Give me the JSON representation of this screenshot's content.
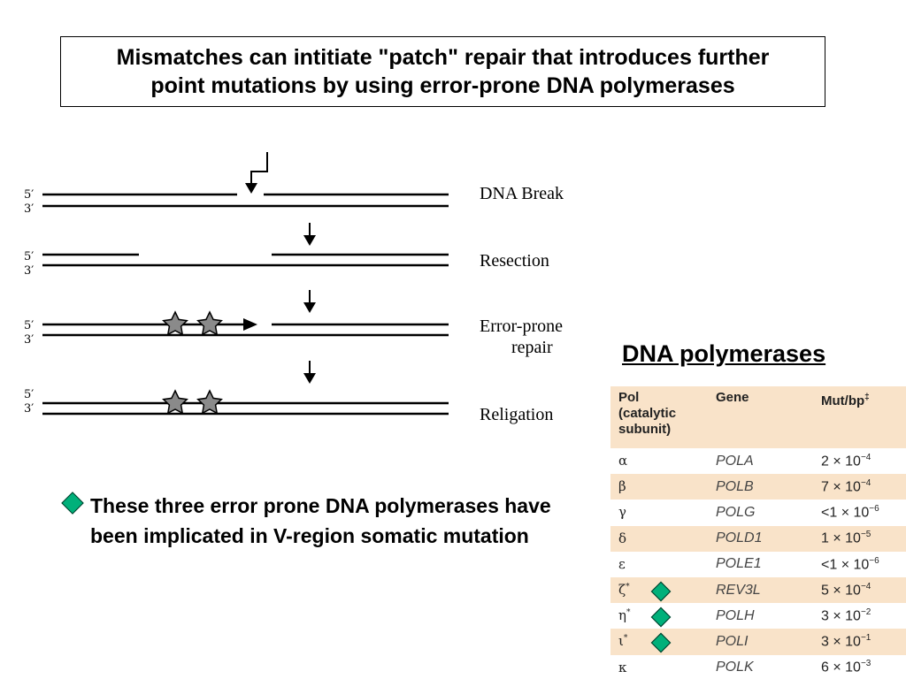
{
  "title": {
    "line1": "Mismatches can intitiate \"patch\" repair that introduces further",
    "line2": "point mutations by using error-prone DNA polymerases"
  },
  "diagram": {
    "strand_labels": {
      "top": "5′",
      "bottom": "3′"
    },
    "steps": [
      {
        "label": "DNA Break"
      },
      {
        "label": "Resection"
      },
      {
        "label_line1": "Error-prone",
        "label_line2": "repair"
      },
      {
        "label": "Religation"
      }
    ],
    "colors": {
      "strand": "#000000",
      "star_fill": "#8a8a8a",
      "star_stroke": "#000000"
    }
  },
  "bullet": {
    "text": "These three error prone DNA polymerases have been implicated in V-region somatic mutation",
    "icon": "diamond-bullet-icon",
    "color": "#00b07a"
  },
  "table": {
    "heading": "DNA polymerases",
    "columns": {
      "pol_line1": "Pol",
      "pol_line2": "(catalytic",
      "pol_line3": "subunit)",
      "gene": "Gene",
      "mut": "Mut/bp",
      "mut_mark": "‡"
    },
    "rows": [
      {
        "pol": "α",
        "mark": "",
        "gene": "POLA",
        "mut_base": "2 × 10",
        "mut_exp": "−4",
        "highlight": false
      },
      {
        "pol": "β",
        "mark": "",
        "gene": "POLB",
        "mut_base": "7 × 10",
        "mut_exp": "−4",
        "highlight": false
      },
      {
        "pol": "γ",
        "mark": "",
        "gene": "POLG",
        "mut_base": "<1 × 10",
        "mut_exp": "−6",
        "highlight": false
      },
      {
        "pol": "δ",
        "mark": "",
        "gene": "POLD1",
        "mut_base": "1 × 10",
        "mut_exp": "−5",
        "highlight": false
      },
      {
        "pol": "ε",
        "mark": "",
        "gene": "POLE1",
        "mut_base": "<1 × 10",
        "mut_exp": "−6",
        "highlight": false
      },
      {
        "pol": "ζ",
        "mark": "*",
        "gene": "REV3L",
        "mut_base": "5 × 10",
        "mut_exp": "−4",
        "highlight": true
      },
      {
        "pol": "η",
        "mark": "*",
        "gene": "POLH",
        "mut_base": "3 × 10",
        "mut_exp": "−2",
        "highlight": true
      },
      {
        "pol": "ι",
        "mark": "*",
        "gene": "POLI",
        "mut_base": "3 × 10",
        "mut_exp": "−1",
        "highlight": true
      },
      {
        "pol": "κ",
        "mark": "",
        "gene": "POLK",
        "mut_base": "6 × 10",
        "mut_exp": "−3",
        "highlight": false
      }
    ],
    "colors": {
      "shade": "#f9e3c9"
    }
  }
}
